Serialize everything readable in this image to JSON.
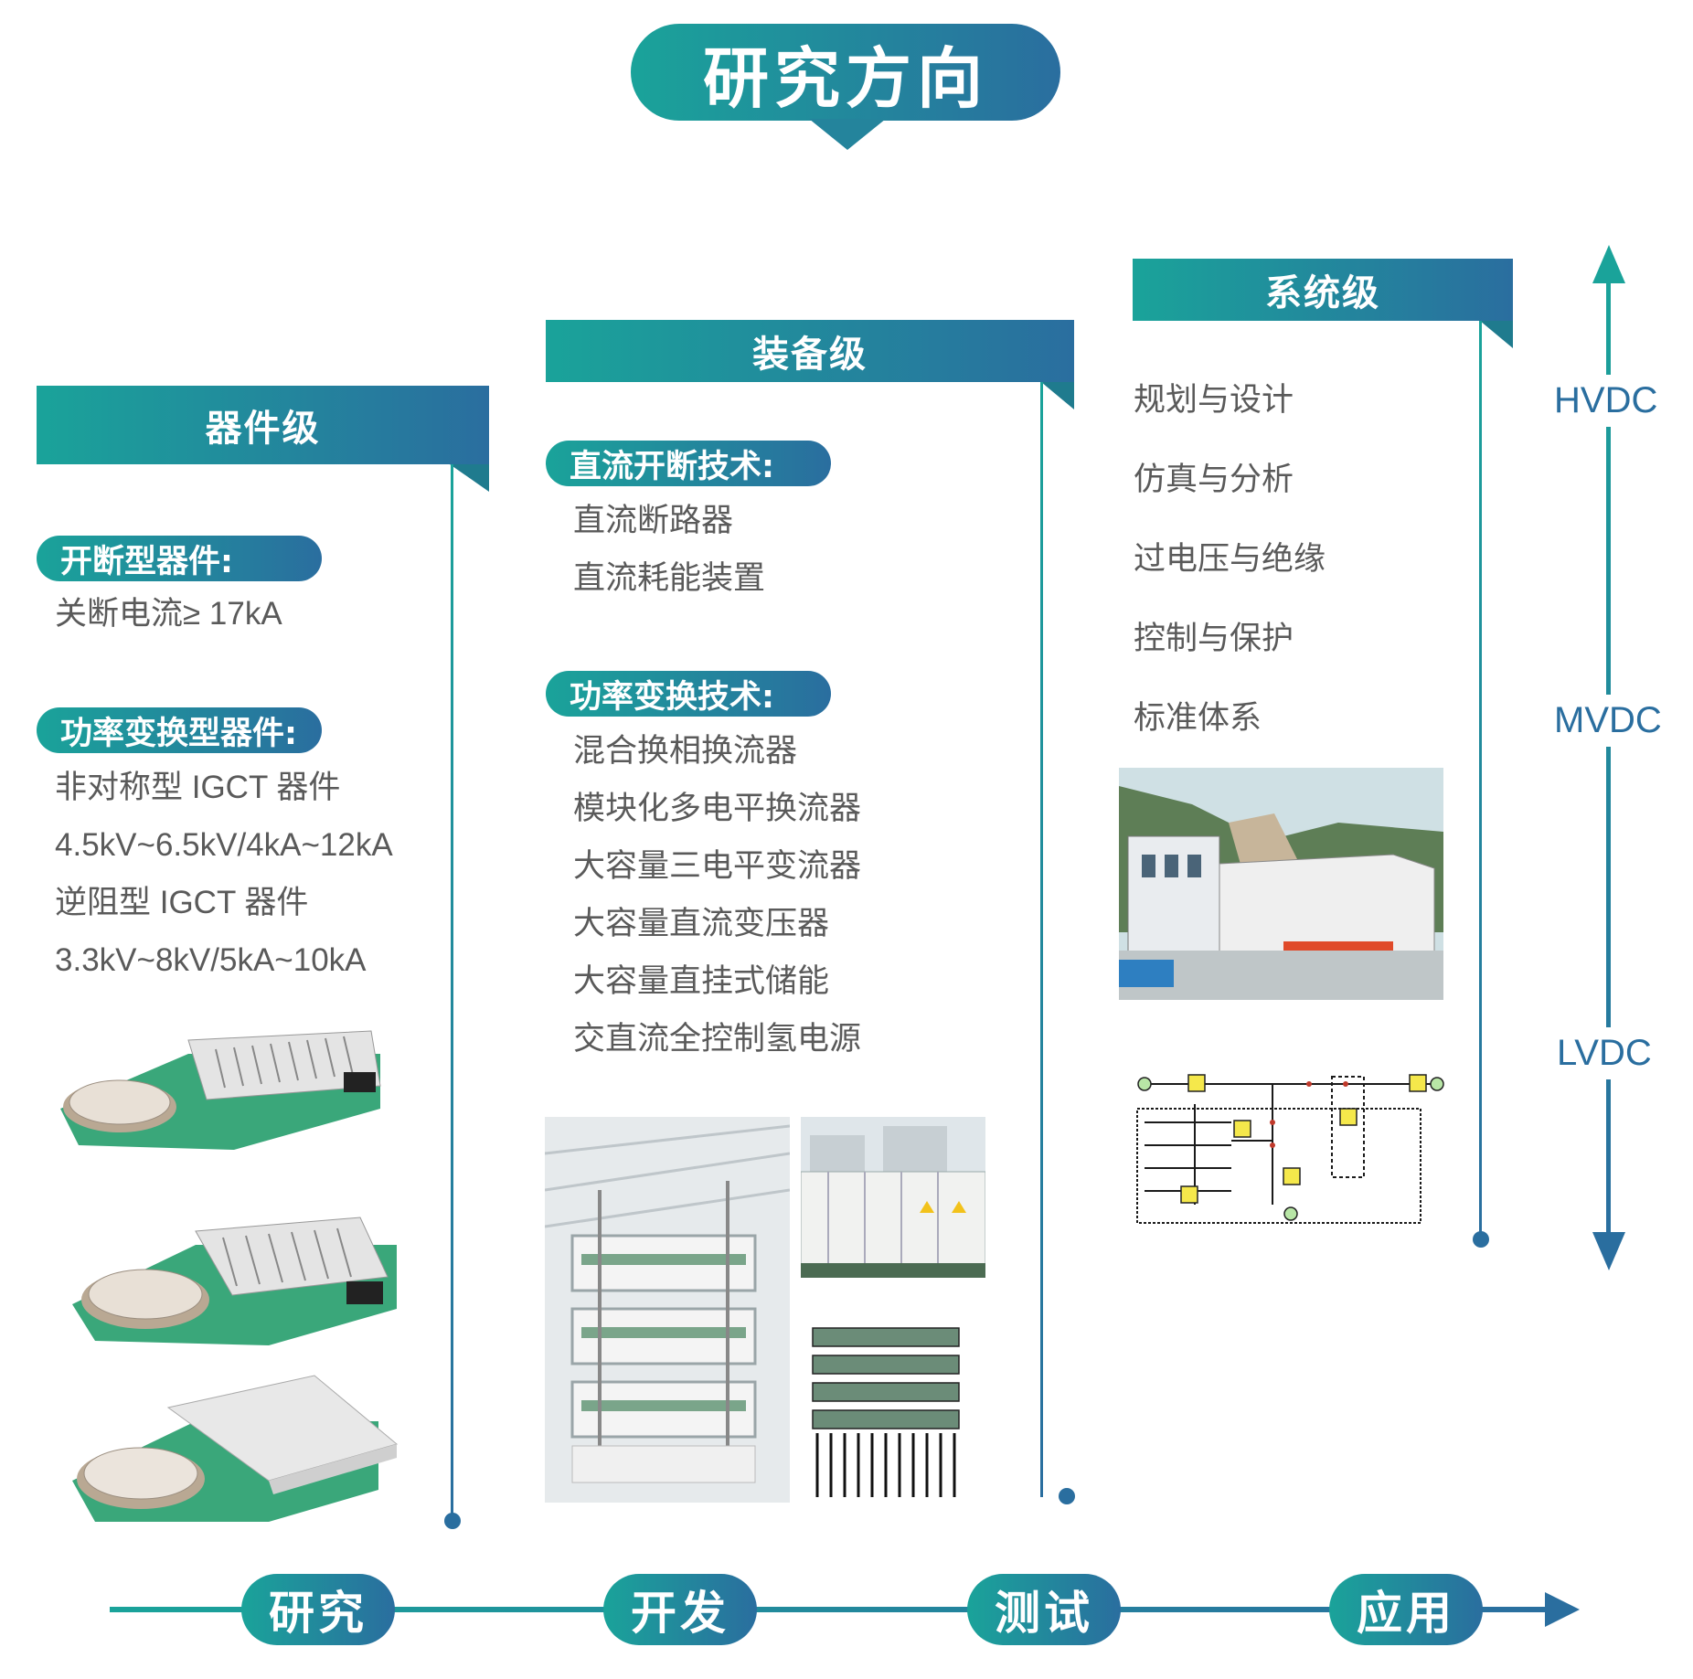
{
  "title": "研究方向",
  "colors": {
    "gradient_start": "#1aa39a",
    "gradient_end": "#2a6e9f",
    "text": "#5a5a5a"
  },
  "device_level": {
    "header": "器件级",
    "group1": {
      "label": "开断型器件:",
      "items": [
        "关断电流≥ 17kA"
      ]
    },
    "group2": {
      "label": "功率变换型器件:",
      "items": [
        "非对称型 IGCT 器件",
        "4.5kV~6.5kV/4kA~12kA",
        "逆阻型 IGCT 器件",
        "3.3kV~8kV/5kA~10kA"
      ]
    }
  },
  "equipment_level": {
    "header": "装备级",
    "group1": {
      "label": "直流开断技术:",
      "items": [
        "直流断路器",
        "直流耗能装置"
      ]
    },
    "group2": {
      "label": "功率变换技术:",
      "items": [
        "混合换相换流器",
        "模块化多电平换流器",
        "大容量三电平变流器",
        "大容量直流变压器",
        "大容量直挂式储能",
        "交直流全控制氢电源"
      ]
    }
  },
  "system_level": {
    "header": "系统级",
    "items": [
      "规划与设计",
      "仿真与分析",
      "过电压与绝缘",
      "控制与保护",
      "标准体系"
    ]
  },
  "voltage_axis": [
    "HVDC",
    "MVDC",
    "LVDC"
  ],
  "stages": [
    "研究",
    "开发",
    "测试",
    "应用"
  ]
}
